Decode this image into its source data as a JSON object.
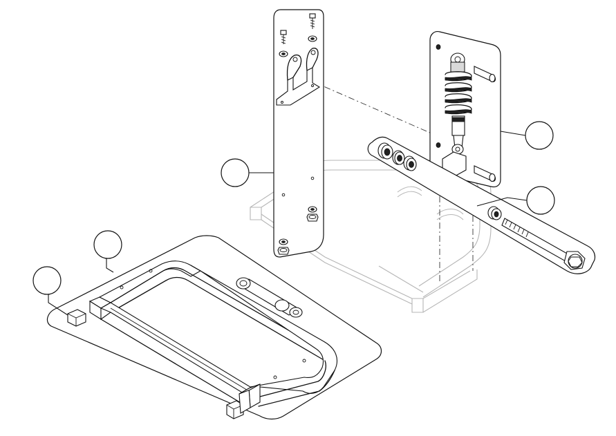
{
  "diagram": {
    "type": "exploded-assembly-drawing",
    "callouts": [
      {
        "id": "callout-1",
        "label": ""
      },
      {
        "id": "callout-2",
        "label": ""
      },
      {
        "id": "callout-3",
        "label": ""
      },
      {
        "id": "callout-4",
        "label": ""
      },
      {
        "id": "callout-5",
        "label": ""
      }
    ],
    "components": [
      "square-tube-frame",
      "mounting-bracket-plate",
      "shock-absorber",
      "pivot-bolt-assembly",
      "end-caps"
    ],
    "colors": {
      "line": "#111111",
      "ghost-line": "#b5b5b5",
      "background": "#ffffff"
    }
  }
}
